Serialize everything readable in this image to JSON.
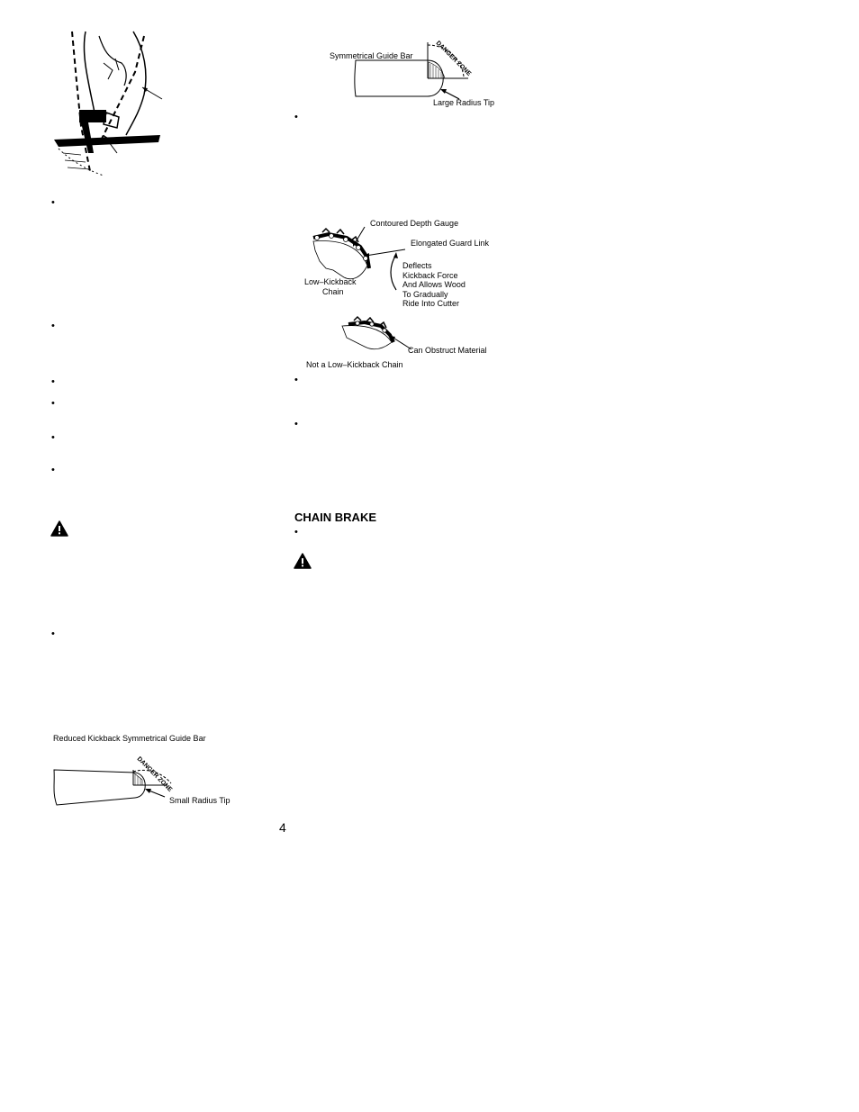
{
  "page_number": "4",
  "symmetrical_bar": {
    "label": "Symmetrical Guide Bar",
    "tip_label": "Large Radius Tip",
    "zone_label": "DANGER ZONE"
  },
  "chain_figure": {
    "depth_gauge": "Contoured  Depth Gauge",
    "guard_link": "Elongated Guard Link",
    "deflects": [
      "Deflects",
      "Kickback Force",
      "And Allows Wood",
      "To Gradually",
      "Ride Into Cutter"
    ],
    "low_kickback": [
      "Low–Kickback",
      "Chain"
    ],
    "obstruct": "Can Obstruct Material",
    "not_low_kickback": "Not a Low–Kickback Chain"
  },
  "reduced_bar": {
    "label": "Reduced Kickback Symmetrical Guide Bar",
    "tip_label": "Small Radius Tip",
    "zone_label": "DANGER ZONE"
  },
  "chain_brake": {
    "heading": "CHAIN BRAKE"
  },
  "bullet_char": "•",
  "icons": {
    "warning": "warning-triangle-icon"
  }
}
